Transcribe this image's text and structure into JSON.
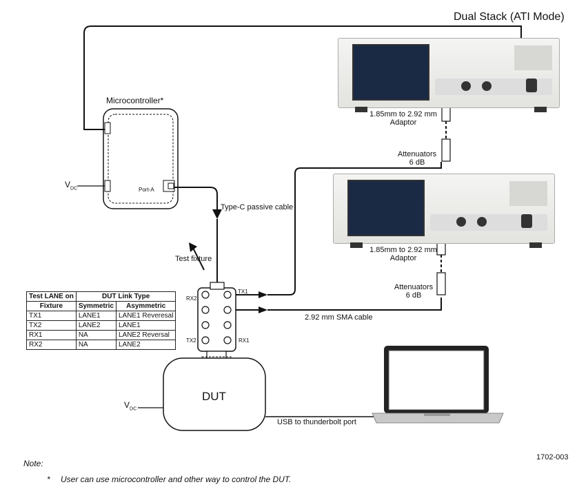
{
  "title": "Dual Stack (ATI Mode)",
  "microcontroller": {
    "label": "Microcontroller*",
    "port_label": "Port-A"
  },
  "vdc_top": {
    "main": "V",
    "sub": "DC"
  },
  "vdc_bottom": {
    "main": "V",
    "sub": "DC"
  },
  "cables": {
    "type_c": "Type-C passive cable",
    "sma": "2.92 mm SMA cable",
    "usb": "USB to thunderbolt port"
  },
  "test_fixture": {
    "label": "Test fixture",
    "ports": {
      "tx1": "TX1",
      "rx2_top": "RX2",
      "tx2": "TX2",
      "rx1": "RX1"
    }
  },
  "dut": {
    "label": "DUT"
  },
  "scope_top": {
    "adaptor": [
      "1.85mm to 2.92 mm",
      "Adaptor"
    ],
    "attenuator": [
      "Attenuators",
      "6 dB"
    ]
  },
  "scope_bottom": {
    "adaptor": [
      "1.85mm to 2.92 mm",
      "Adaptor"
    ],
    "attenuator": [
      "Attenuators",
      "6 dB"
    ]
  },
  "lane_table": {
    "header1": [
      "Test LANE on",
      "DUT Link Type"
    ],
    "header2": [
      "Fixture",
      "Symmetric",
      "Asymmetric"
    ],
    "rows": [
      [
        "TX1",
        "LANE1",
        "LANE1 Reveresal"
      ],
      [
        "TX2",
        "LANE2",
        "LANE1"
      ],
      [
        "RX1",
        "NA",
        "LANE2 Reversal"
      ],
      [
        "RX2",
        "NA",
        "LANE2"
      ]
    ]
  },
  "note": {
    "title": "Note:",
    "star": "*",
    "text": "User can use microcontroller and other way to control the DUT."
  },
  "figure_id": "1702-003",
  "icons": [
    "oscilloscope-icon",
    "laptop-icon",
    "arrow-icon"
  ]
}
